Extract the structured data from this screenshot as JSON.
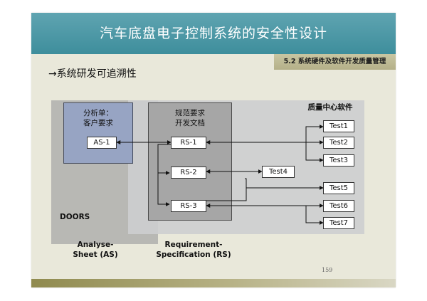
{
  "slide": {
    "title": "汽车底盘电子控制系统的安全性设计",
    "section_tag": "5.2 系统硬件及软件开发质量管理",
    "subtitle": "→系统研发可追溯性",
    "page_number": "159"
  },
  "diagram": {
    "doors_label": "DOORS",
    "quality_label": "质量中心软件",
    "as_box_label": "分析单：\n客户要求",
    "rs_box_label": "规范要求\n开发文档",
    "as_caption": "Analyse-\nSheet (AS)",
    "rs_caption": "Requirement-\nSpecification (RS)",
    "nodes": {
      "as1": "AS-1",
      "rs1": "RS-1",
      "rs2": "RS-2",
      "rs3": "RS-3",
      "test1": "Test1",
      "test2": "Test2",
      "test3": "Test3",
      "test4": "Test4",
      "test5": "Test5",
      "test6": "Test6",
      "test7": "Test7"
    },
    "colors": {
      "title_bar": "#4797a5",
      "as_box": "#97a4c3",
      "rs_box": "#a6a6a6",
      "doors_panel": "#b8b8b4",
      "quality_panel": "#cdcecf"
    }
  }
}
